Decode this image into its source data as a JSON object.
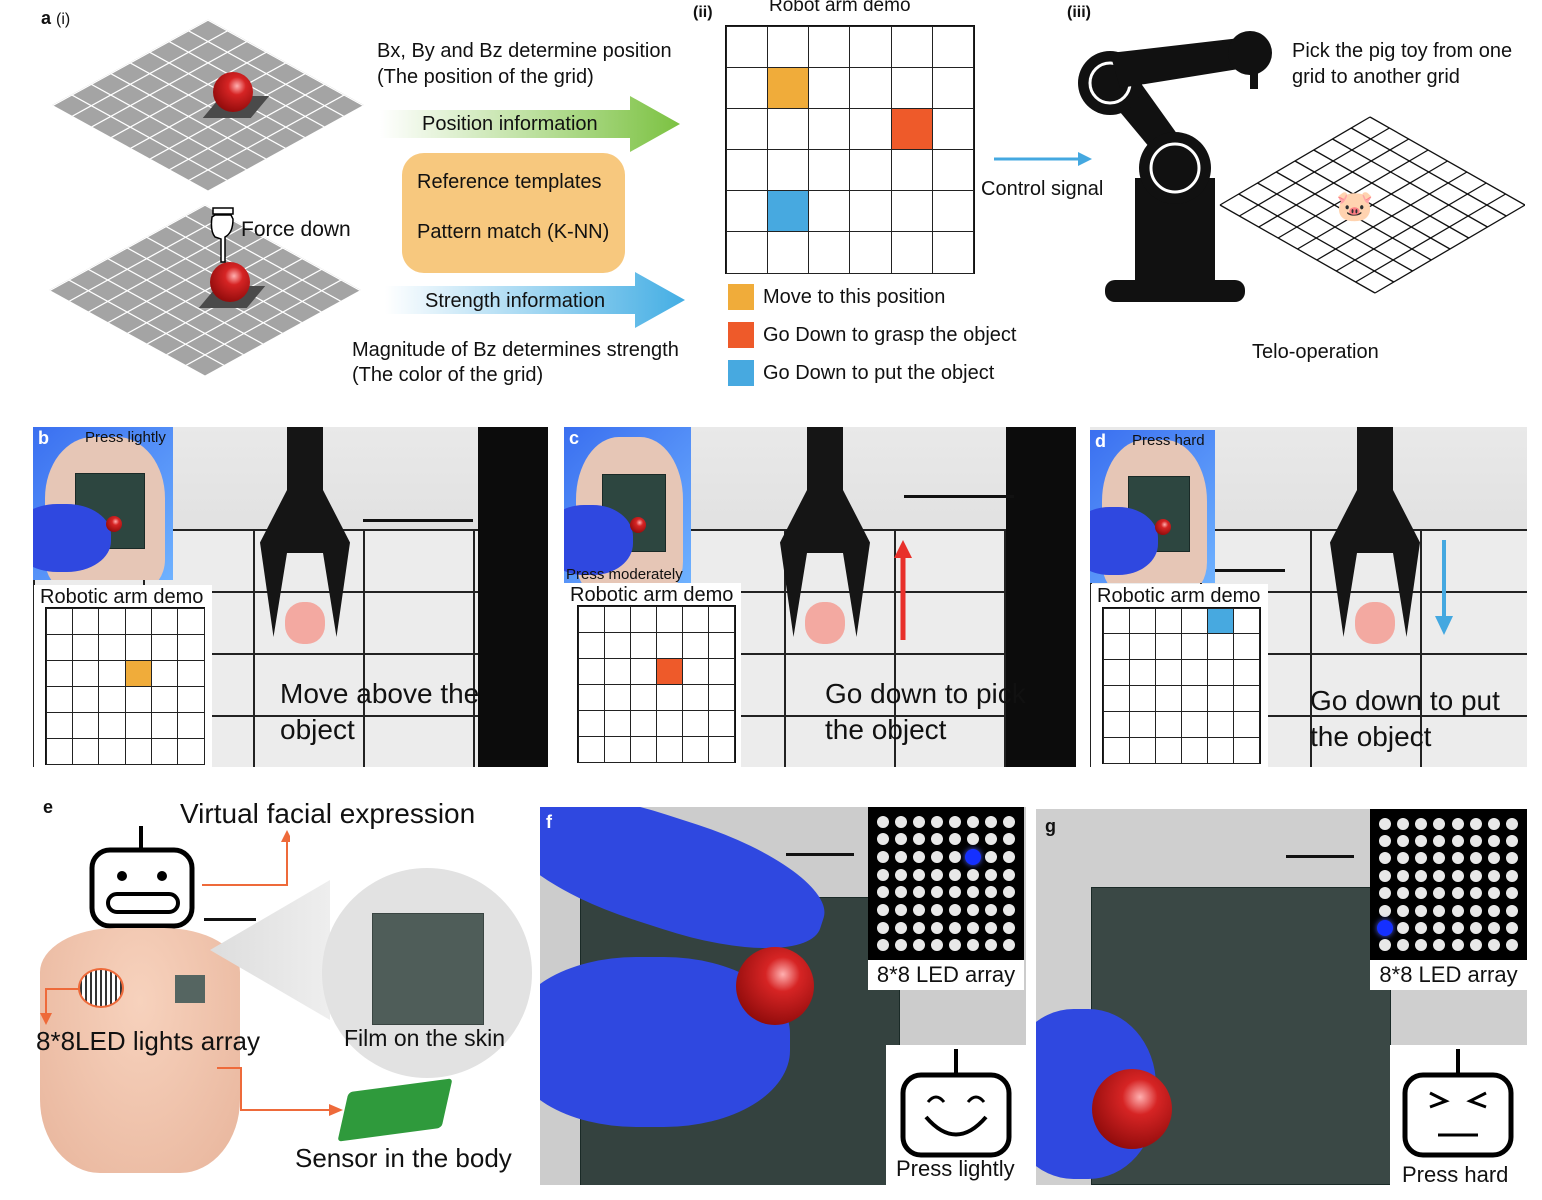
{
  "panel_a": {
    "label": "a",
    "sub_i": "(i)",
    "sub_ii": "(ii)",
    "sub_iii": "(iii)",
    "force_down": "Force down",
    "position_line1": "Bx, By and Bz determine position",
    "position_line2": "(The position of the grid)",
    "position_arrow": "Position information",
    "box_line1": "Reference templates",
    "box_line2": "Pattern match (K-NN)",
    "strength_arrow": "Strength information",
    "strength_line1": "Magnitude of Bz determines strength",
    "strength_line2": "(The color of the grid)",
    "grid_title": "Robot arm demo",
    "grid_cells": [
      {
        "row": 1,
        "col": 1,
        "color": "#f0ac3a"
      },
      {
        "row": 2,
        "col": 4,
        "color": "#ee5a2a"
      },
      {
        "row": 4,
        "col": 1,
        "color": "#47a9e0"
      }
    ],
    "legend": [
      {
        "color": "#f0ac3a",
        "text": "Move to this position"
      },
      {
        "color": "#ee5a2a",
        "text": "Go Down to grasp the object"
      },
      {
        "color": "#47a9e0",
        "text": "Go Down to put the object"
      }
    ],
    "control_signal": "Control signal",
    "pick_line1": "Pick the pig toy from one",
    "pick_line2": "grid to another grid",
    "teleop": "Telo-operation"
  },
  "panels": [
    {
      "label": "b",
      "press": "Press lightly",
      "demo": "Robotic arm demo",
      "cell": {
        "row": 2,
        "col": 3,
        "color": "#f0ac3a"
      },
      "caption1": "Move above the",
      "caption2": "object"
    },
    {
      "label": "c",
      "press": "Press moderately",
      "demo": "Robotic arm demo",
      "cell": {
        "row": 2,
        "col": 3,
        "color": "#ee5a2a"
      },
      "caption1": "Go down to pick",
      "caption2": "the object"
    },
    {
      "label": "d",
      "press": "Press hard",
      "demo": "Robotic arm demo",
      "cell": {
        "row": 0,
        "col": 4,
        "color": "#47a9e0"
      },
      "caption1": "Go down to put",
      "caption2": "the object"
    }
  ],
  "panel_e": {
    "label": "e",
    "virtual": "Virtual facial expression",
    "film": "Film on the skin",
    "led": "8*8LED lights array",
    "sensor": "Sensor in the body"
  },
  "panel_f": {
    "label": "f",
    "led_label": "8*8 LED array",
    "lit": {
      "row": 2,
      "col": 5
    },
    "face": "Press lightly"
  },
  "panel_g": {
    "label": "g",
    "led_label": "8*8 LED array",
    "lit": {
      "row": 6,
      "col": 0
    },
    "face": "Press hard"
  }
}
